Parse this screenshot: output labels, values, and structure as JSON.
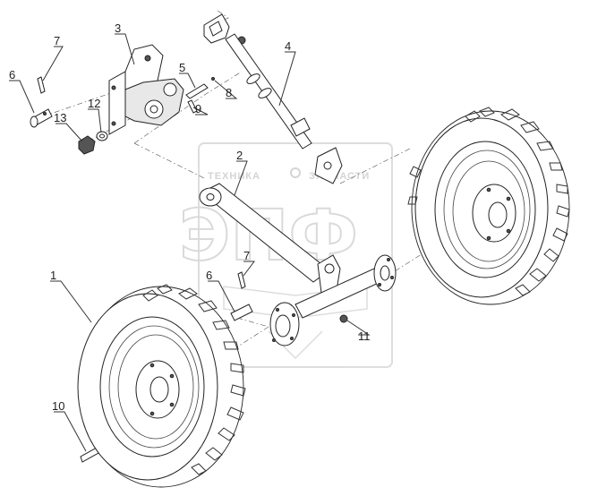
{
  "diagram": {
    "callouts": [
      "1",
      "2",
      "3",
      "4",
      "5",
      "6",
      "7",
      "8",
      "9",
      "10",
      "11",
      "12",
      "13",
      "6",
      "7"
    ],
    "watermark": {
      "top_text_left": "ТЕХНИКА",
      "top_text_right": "ЗАПЧАСТИ",
      "logo_text": "ЭПФ"
    }
  }
}
